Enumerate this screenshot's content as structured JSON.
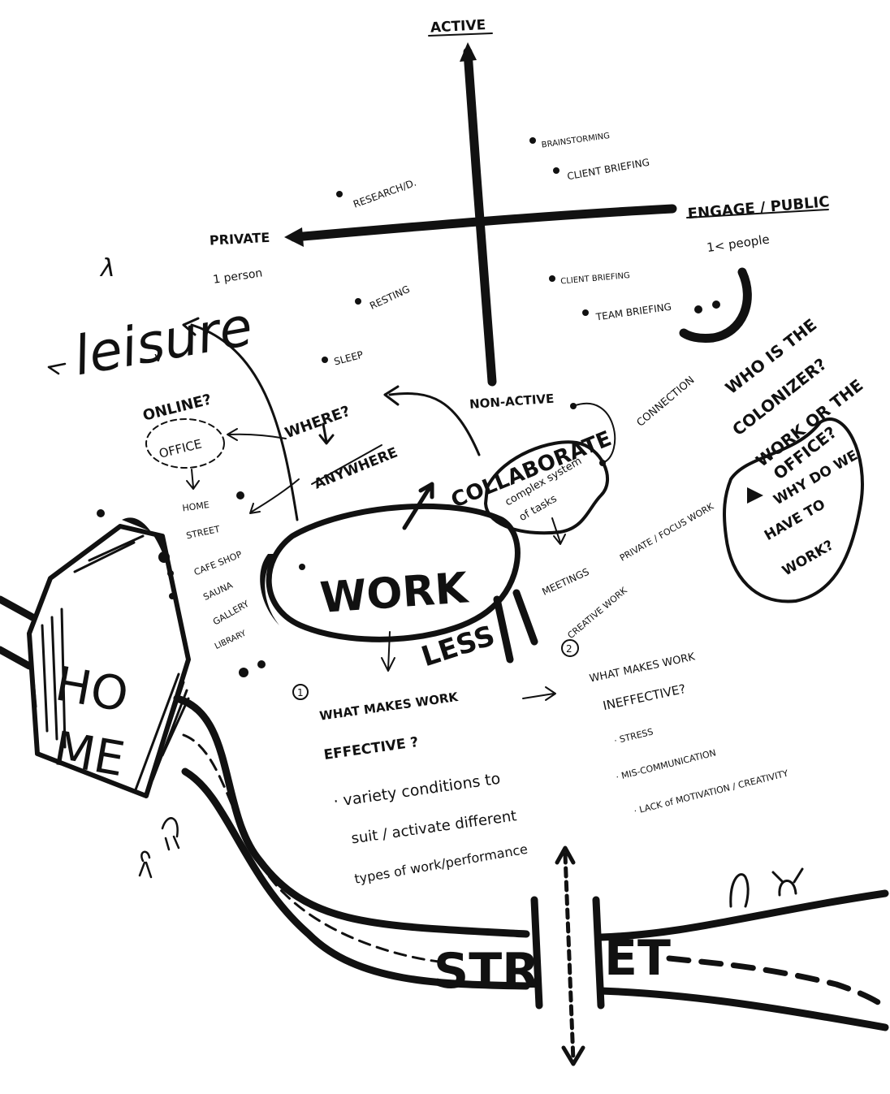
{
  "axes": {
    "top": "ACTIVE",
    "left": "PRIVATE",
    "right": "ENGAGE / PUBLIC",
    "bottom": "NON-ACTIVE",
    "right_note": "1< people",
    "left_note": "1 person"
  },
  "quadrant_items": {
    "brainstorming": "BRAINSTORMING",
    "client_briefing_top": "CLIENT BRIEFING",
    "research": "RESEARCH/D.",
    "resting": "RESTING",
    "sleep": "SLEEP",
    "client_briefing_lower": "CLIENT BRIEFING",
    "team_briefing": "TEAM BRIEFING"
  },
  "leisure": {
    "label": "leisure",
    "online": "ONLINE?",
    "office": "OFFICE",
    "places": [
      "HOME",
      "STREET",
      "CAFE SHOP",
      "SAUNA",
      "GALLERY",
      "LIBRARY"
    ]
  },
  "center": {
    "where": "WHERE?",
    "anywhere": "ANYWHERE",
    "collaborate": "COLLABORATE",
    "connection": "CONNECTION",
    "complex_line1": "complex system",
    "complex_line2": "of tasks",
    "work": "WORK",
    "less": "LESS",
    "tasks": [
      "MEETINGS",
      "PRIVATE / FOCUS WORK",
      "CREATIVE WORK"
    ]
  },
  "colonizer": {
    "line1": "WHO IS THE",
    "line2": "COLONIZER?",
    "line3": "WORK OR THE",
    "line4": "OFFICE?",
    "q1": "WHY DO WE",
    "q2": "HAVE TO",
    "q3": "WORK?"
  },
  "effective": {
    "number": "1",
    "line1": "WHAT MAKES WORK",
    "line2": "EFFECTIVE ?",
    "note1": "· variety conditions to",
    "note2": "suit / activate different",
    "note3": "types of work/performance"
  },
  "ineffective": {
    "number": "2",
    "line1": "WHAT MAKES WORK",
    "line2": "INEFFECTIVE?",
    "items": [
      "· STRESS",
      "· MIS-COMMUNICATION",
      "· LACK of MOTIVATION / CREATIVITY"
    ]
  },
  "home": {
    "line1": "HO",
    "line2": "ME"
  },
  "street": {
    "part1": "STR",
    "part2": "ET"
  }
}
